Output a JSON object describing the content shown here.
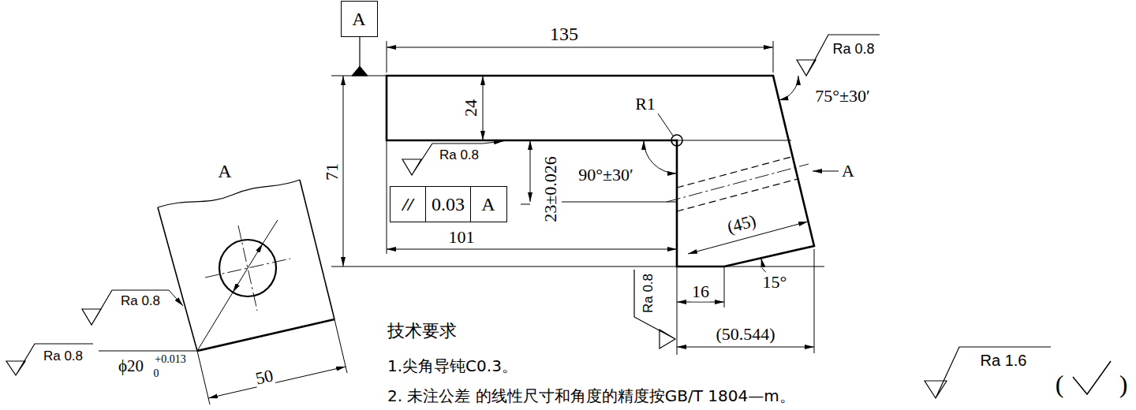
{
  "diagram": {
    "nodes": [
      {
        "text": [
          "A"
        ]
      },
      {
        "text": [
          "//",
          "0.03",
          "A"
        ]
      }
    ],
    "labels": [
      "135",
      "Ra 0.8",
      "75°±30′",
      "R1",
      "24",
      "71",
      "Ra 0.8",
      "90°±30′",
      "23±0.026",
      "A",
      "(45)",
      "101",
      "16",
      "15°",
      "Ra 0.8",
      "(50.544)",
      "A",
      "Ra 0.8",
      "Ra 0.8",
      "ϕ20",
      "+0.013",
      "0",
      "50",
      "技术要求",
      "1.尖角导钝C0.3。",
      "2. 未注公差 的线性尺寸和角度的精度按GB/T 1804—m。",
      "Ra 1.6",
      "(",
      ")"
    ]
  }
}
